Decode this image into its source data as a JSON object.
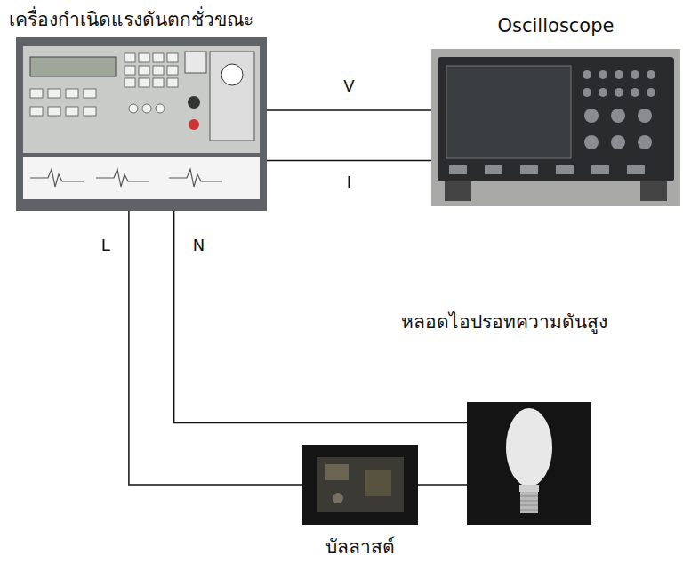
{
  "diagram": {
    "nodes": [
      {
        "text": [
          "เครื่องกำเนิดแรงดันตกชั่วขณะ"
        ]
      },
      {
        "text": [
          "Oscilloscope"
        ]
      },
      {
        "text": [
          "หลอดไอปรอทความดันสูง"
        ]
      },
      {
        "text": [
          "บัลลาสต์"
        ]
      }
    ],
    "edges": [
      {
        "from": 0,
        "to": 1,
        "arrow": "none",
        "label": "V"
      },
      {
        "from": 0,
        "to": 1,
        "arrow": "none",
        "label": "I"
      },
      {
        "from": 0,
        "to": 3,
        "arrow": "none",
        "label": "L"
      },
      {
        "from": 0,
        "to": 2,
        "arrow": "none",
        "label": "N"
      },
      {
        "from": 3,
        "to": 2,
        "arrow": "none"
      }
    ]
  }
}
